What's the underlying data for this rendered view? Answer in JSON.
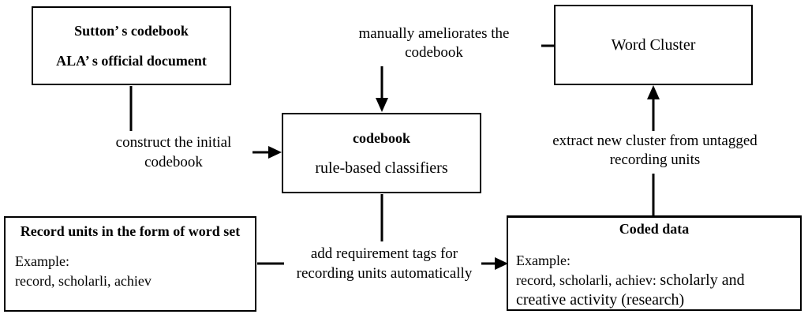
{
  "diagram": {
    "background_color": "#ffffff",
    "line_color": "#000000",
    "boxes": {
      "sources": {
        "line1": "Sutton’ s codebook",
        "line2": "ALA’ s official document"
      },
      "codebook": {
        "title": "codebook",
        "subtitle": "rule-based classifiers"
      },
      "word_cluster": {
        "title": "Word Cluster"
      },
      "record_units": {
        "title": "Record units in the form of word set",
        "example_label": "Example:",
        "example_value": "record, scholarli, achiev"
      },
      "coded_data": {
        "title": "Coded data",
        "example_label": "Example:",
        "tags": "record, scholarli, achiev:",
        "category_line1": "scholarly and",
        "category_line2": "creative activity (research)"
      }
    },
    "labels": {
      "construct": {
        "line1": "construct the initial",
        "line2": "codebook"
      },
      "ameliorate": {
        "line1": "manually ameliorates the",
        "line2": "codebook"
      },
      "extract": {
        "line1": "extract new cluster from untagged",
        "line2": "recording units"
      },
      "add_tags": {
        "line1": "add requirement tags for",
        "line2": "recording units automatically"
      }
    }
  }
}
